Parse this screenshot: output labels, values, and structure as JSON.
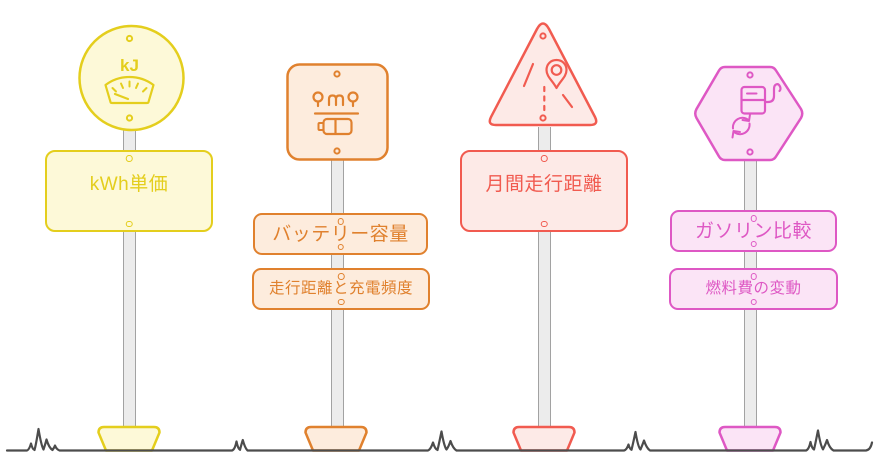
{
  "scene": {
    "description": "Four illustrated roadside signposts standing on a sketched grass line",
    "ground_color": "#4c4c4c",
    "pole_fill": "#ececec",
    "pole_stroke": "#a2a2a2",
    "background": "#ffffff"
  },
  "posts": [
    {
      "id": "kwh-price",
      "shape": "circle",
      "accent": "#e4ce1d",
      "fill": "#fdf9d8",
      "icon": "power-gauge-icon",
      "icon_text": "kJ",
      "title": "kWh単価",
      "subtitle": ""
    },
    {
      "id": "battery-capacity",
      "shape": "rounded-square",
      "accent": "#e0812e",
      "fill": "#fdecdd",
      "icon": "route-battery-icon",
      "icon_text": "",
      "title": "バッテリー容量",
      "subtitle": "走行距離と充電頻度"
    },
    {
      "id": "monthly-mileage",
      "shape": "triangle",
      "accent": "#f15b50",
      "fill": "#fdeae7",
      "icon": "road-location-pin-icon",
      "icon_text": "",
      "title": "月間走行距離",
      "subtitle": ""
    },
    {
      "id": "gasoline-comparison",
      "shape": "hexagon",
      "accent": "#de58c4",
      "fill": "#fbe4f6",
      "icon": "fuel-pump-refresh-icon",
      "icon_text": "",
      "title": "ガソリン比較",
      "subtitle": "燃料費の変動"
    }
  ]
}
